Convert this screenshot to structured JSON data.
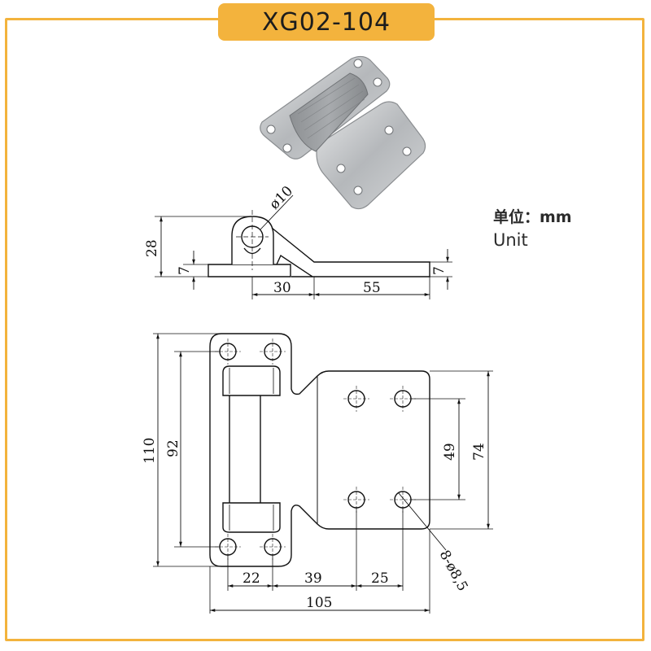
{
  "title": "XG02-104",
  "unit": {
    "label_cn": "单位：mm",
    "label_en": "Unit"
  },
  "colors": {
    "accent": "#F3B33D",
    "line": "#111111",
    "metal": "#b9bcbf"
  },
  "side_view": {
    "dims": {
      "d10": "ø10",
      "h28": "28",
      "t7_left": "7",
      "t7_right": "7",
      "w30": "30",
      "w55": "55"
    }
  },
  "top_view": {
    "dims": {
      "h110": "110",
      "h92": "92",
      "h49": "49",
      "h74": "74",
      "w22": "22",
      "w39": "39",
      "w25": "25",
      "w105": "105",
      "holes": "8-ø8,5"
    }
  }
}
